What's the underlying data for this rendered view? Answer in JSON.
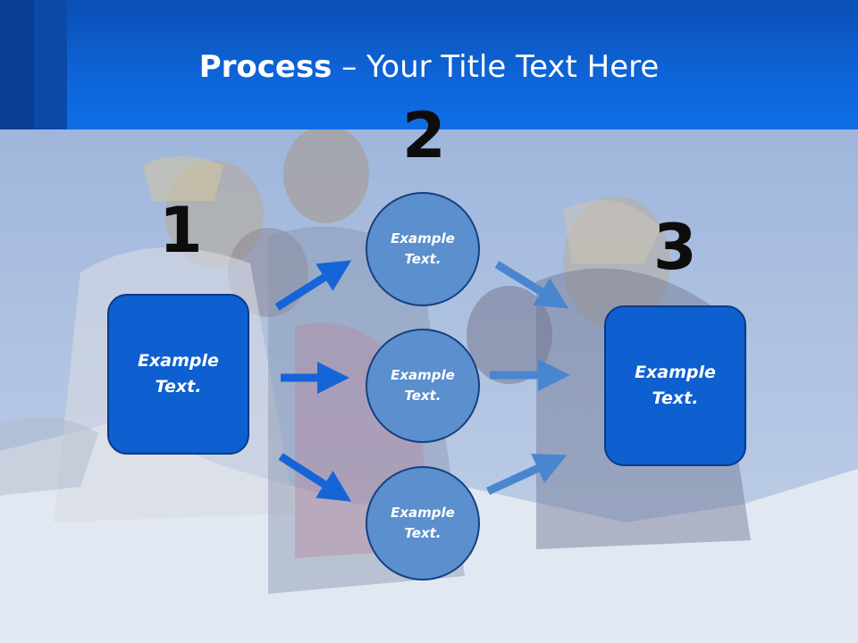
{
  "title": {
    "bold": "Process",
    "rest": " – Your Title Text Here"
  },
  "steps": {
    "one": "1",
    "two": "2",
    "three": "3"
  },
  "boxes": {
    "left": "Example\nText.",
    "right": "Example\nText."
  },
  "circles": {
    "top": "Example\nText.",
    "middle": "Example\nText.",
    "bottom": "Example\nText."
  },
  "colors": {
    "header": "#0e63d6",
    "box": "#0e5fd0",
    "circle": "#5b8fcd",
    "arrow_left": "#1565d8",
    "arrow_right": "#4a86cf"
  },
  "background": "photo of group of friends in winter clothing on snow"
}
